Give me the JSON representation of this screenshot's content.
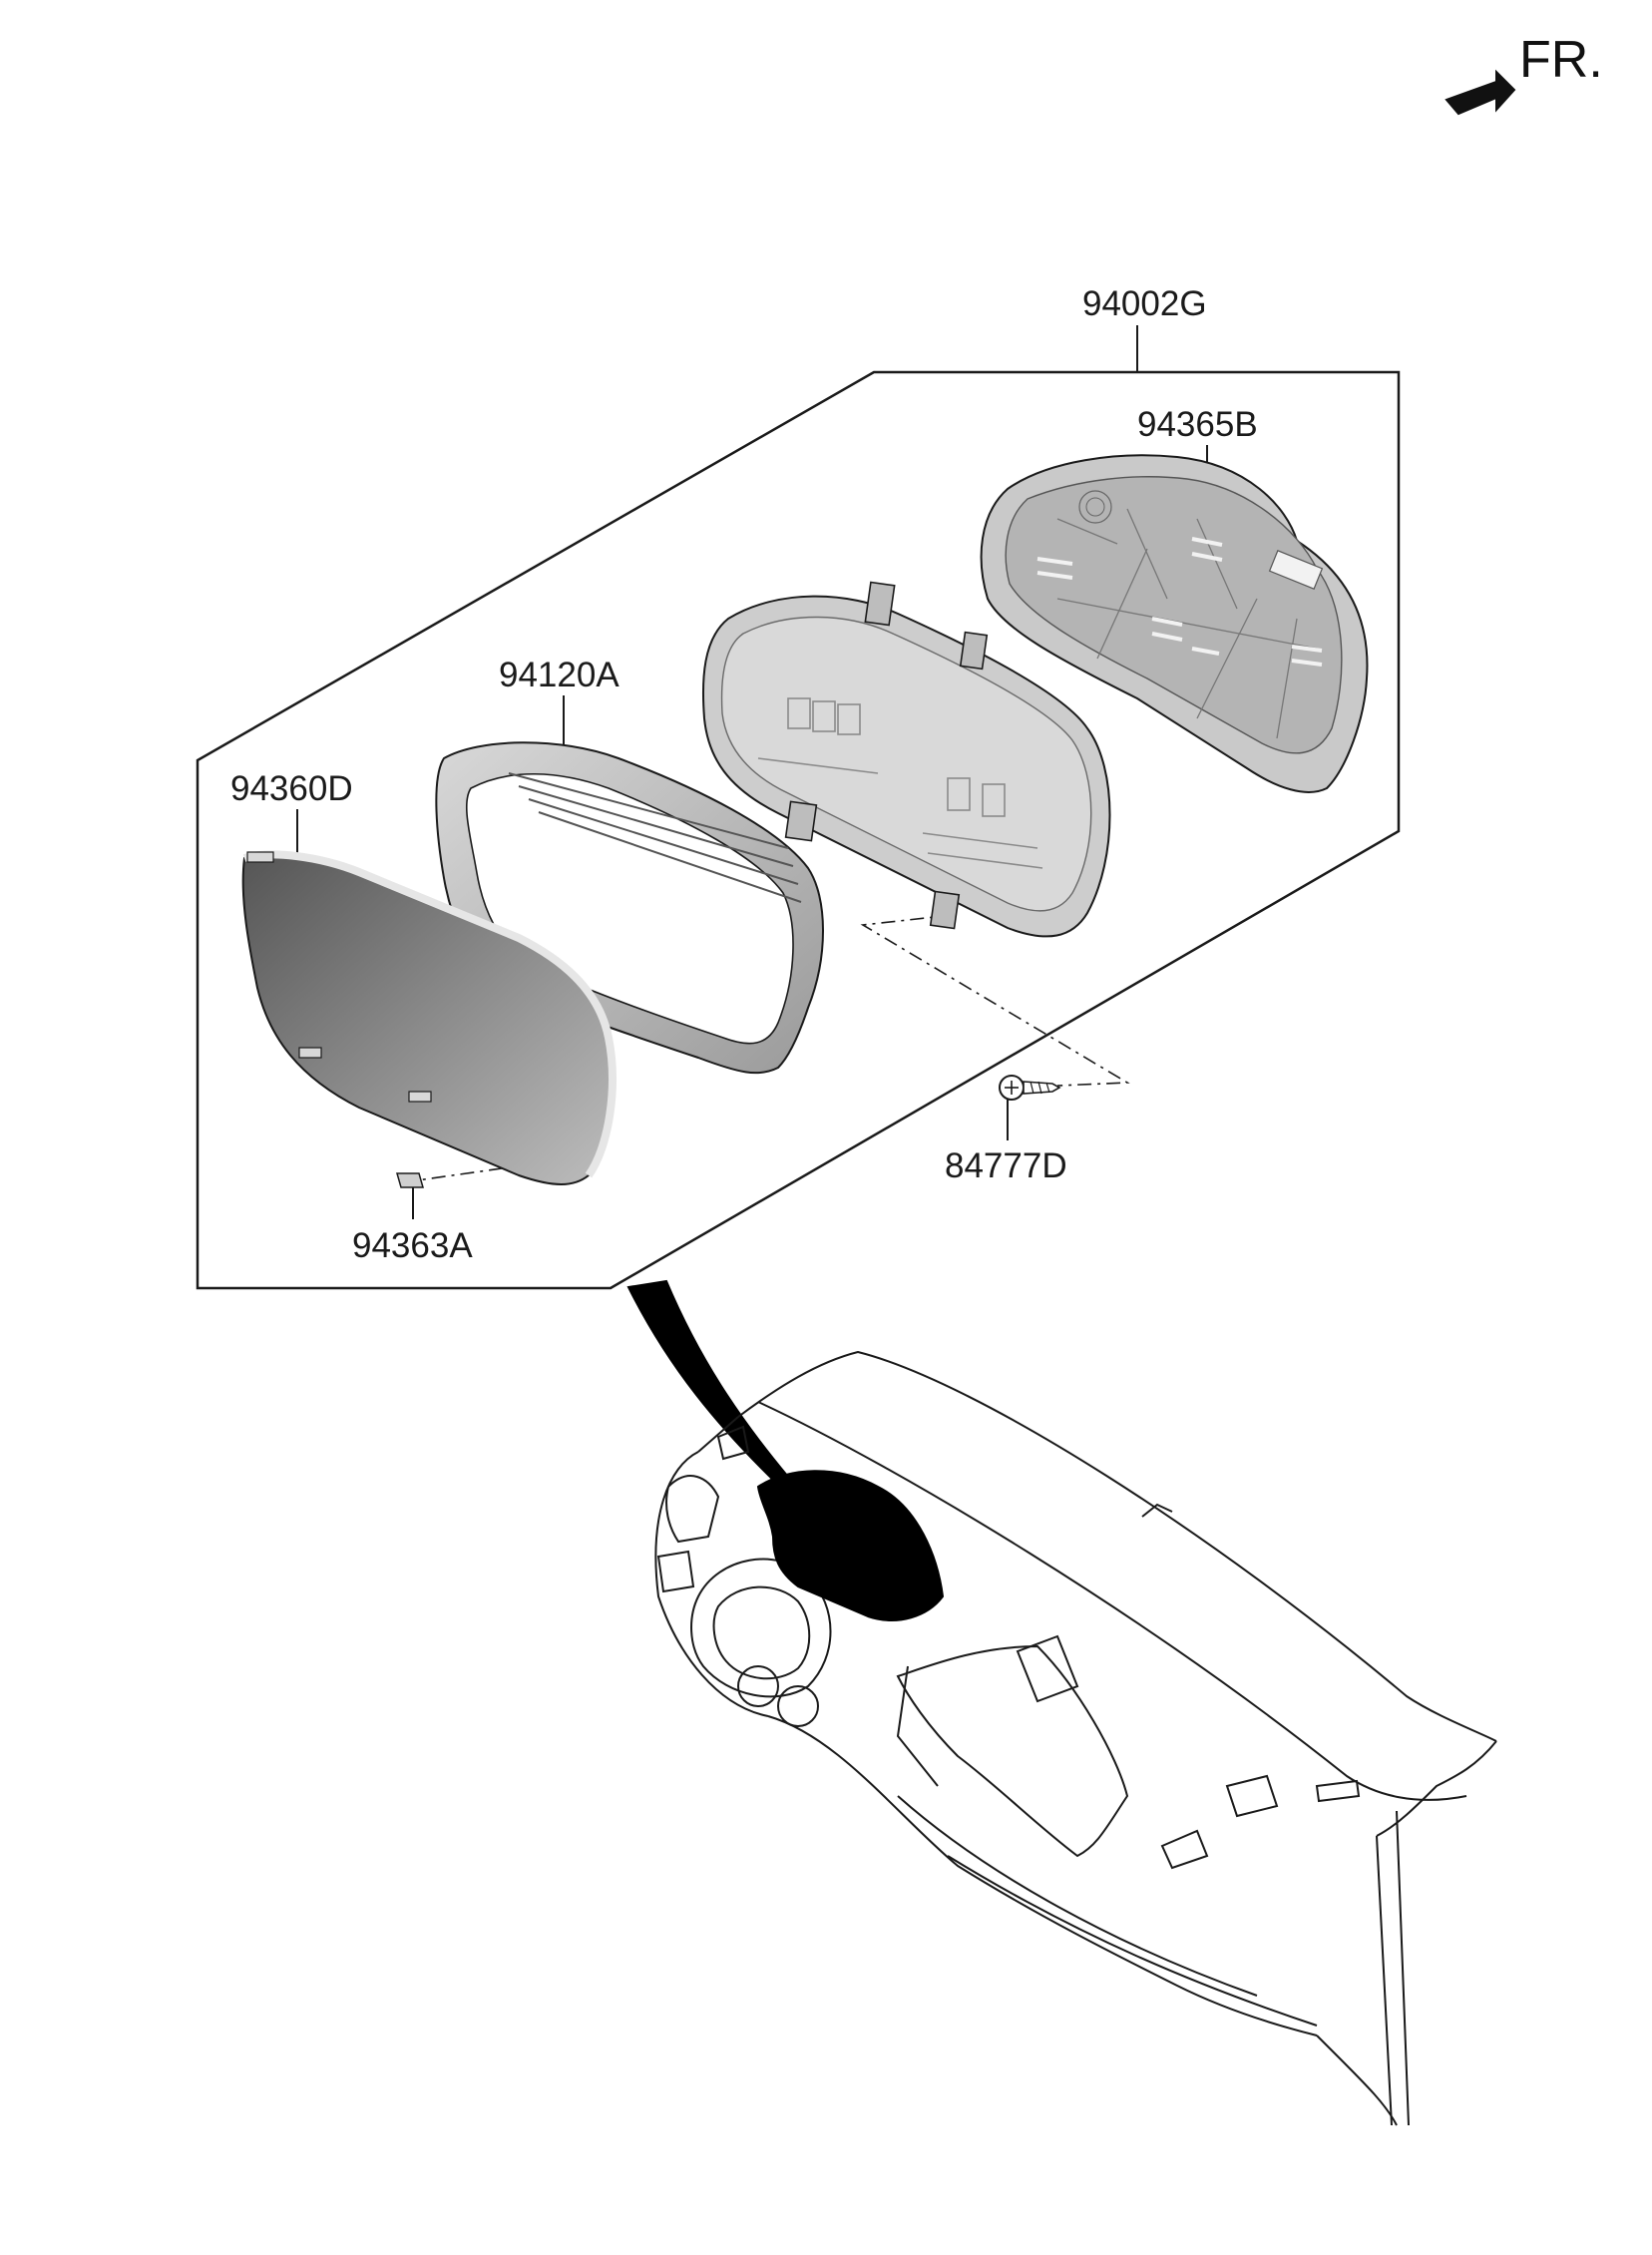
{
  "direction": {
    "label": "FR."
  },
  "callouts": {
    "assembly": "94002G",
    "rear_cover": "94365B",
    "glass_bezel": "94120A",
    "window": "94360D",
    "clip": "94363A",
    "screw": "84777D"
  },
  "colors": {
    "line": "#1a1a1a",
    "part_fill": "#c9c9c9",
    "part_shade": "#a5a5a5",
    "highlight": "#000000"
  }
}
